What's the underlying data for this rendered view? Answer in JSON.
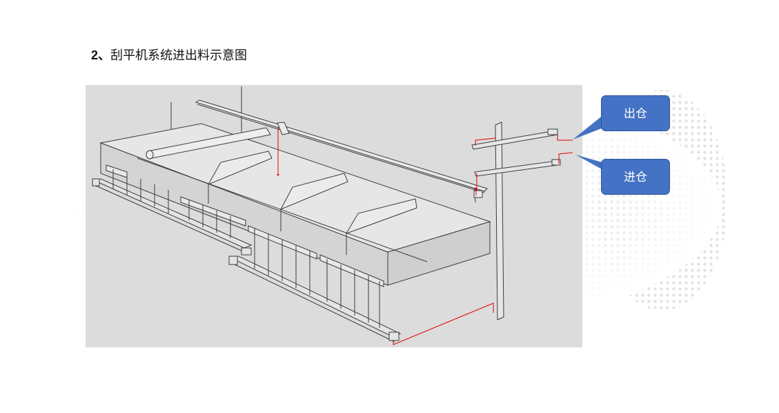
{
  "title": {
    "number": "2、",
    "text": "刮平机系统进出料示意图"
  },
  "callouts": {
    "out_label": "出仓",
    "in_label": "进仓"
  },
  "colors": {
    "panel_bg": "#dcdcdc",
    "callout_fill": "#4472c4",
    "feed_line": "#e00000",
    "structure_line": "#333333"
  }
}
